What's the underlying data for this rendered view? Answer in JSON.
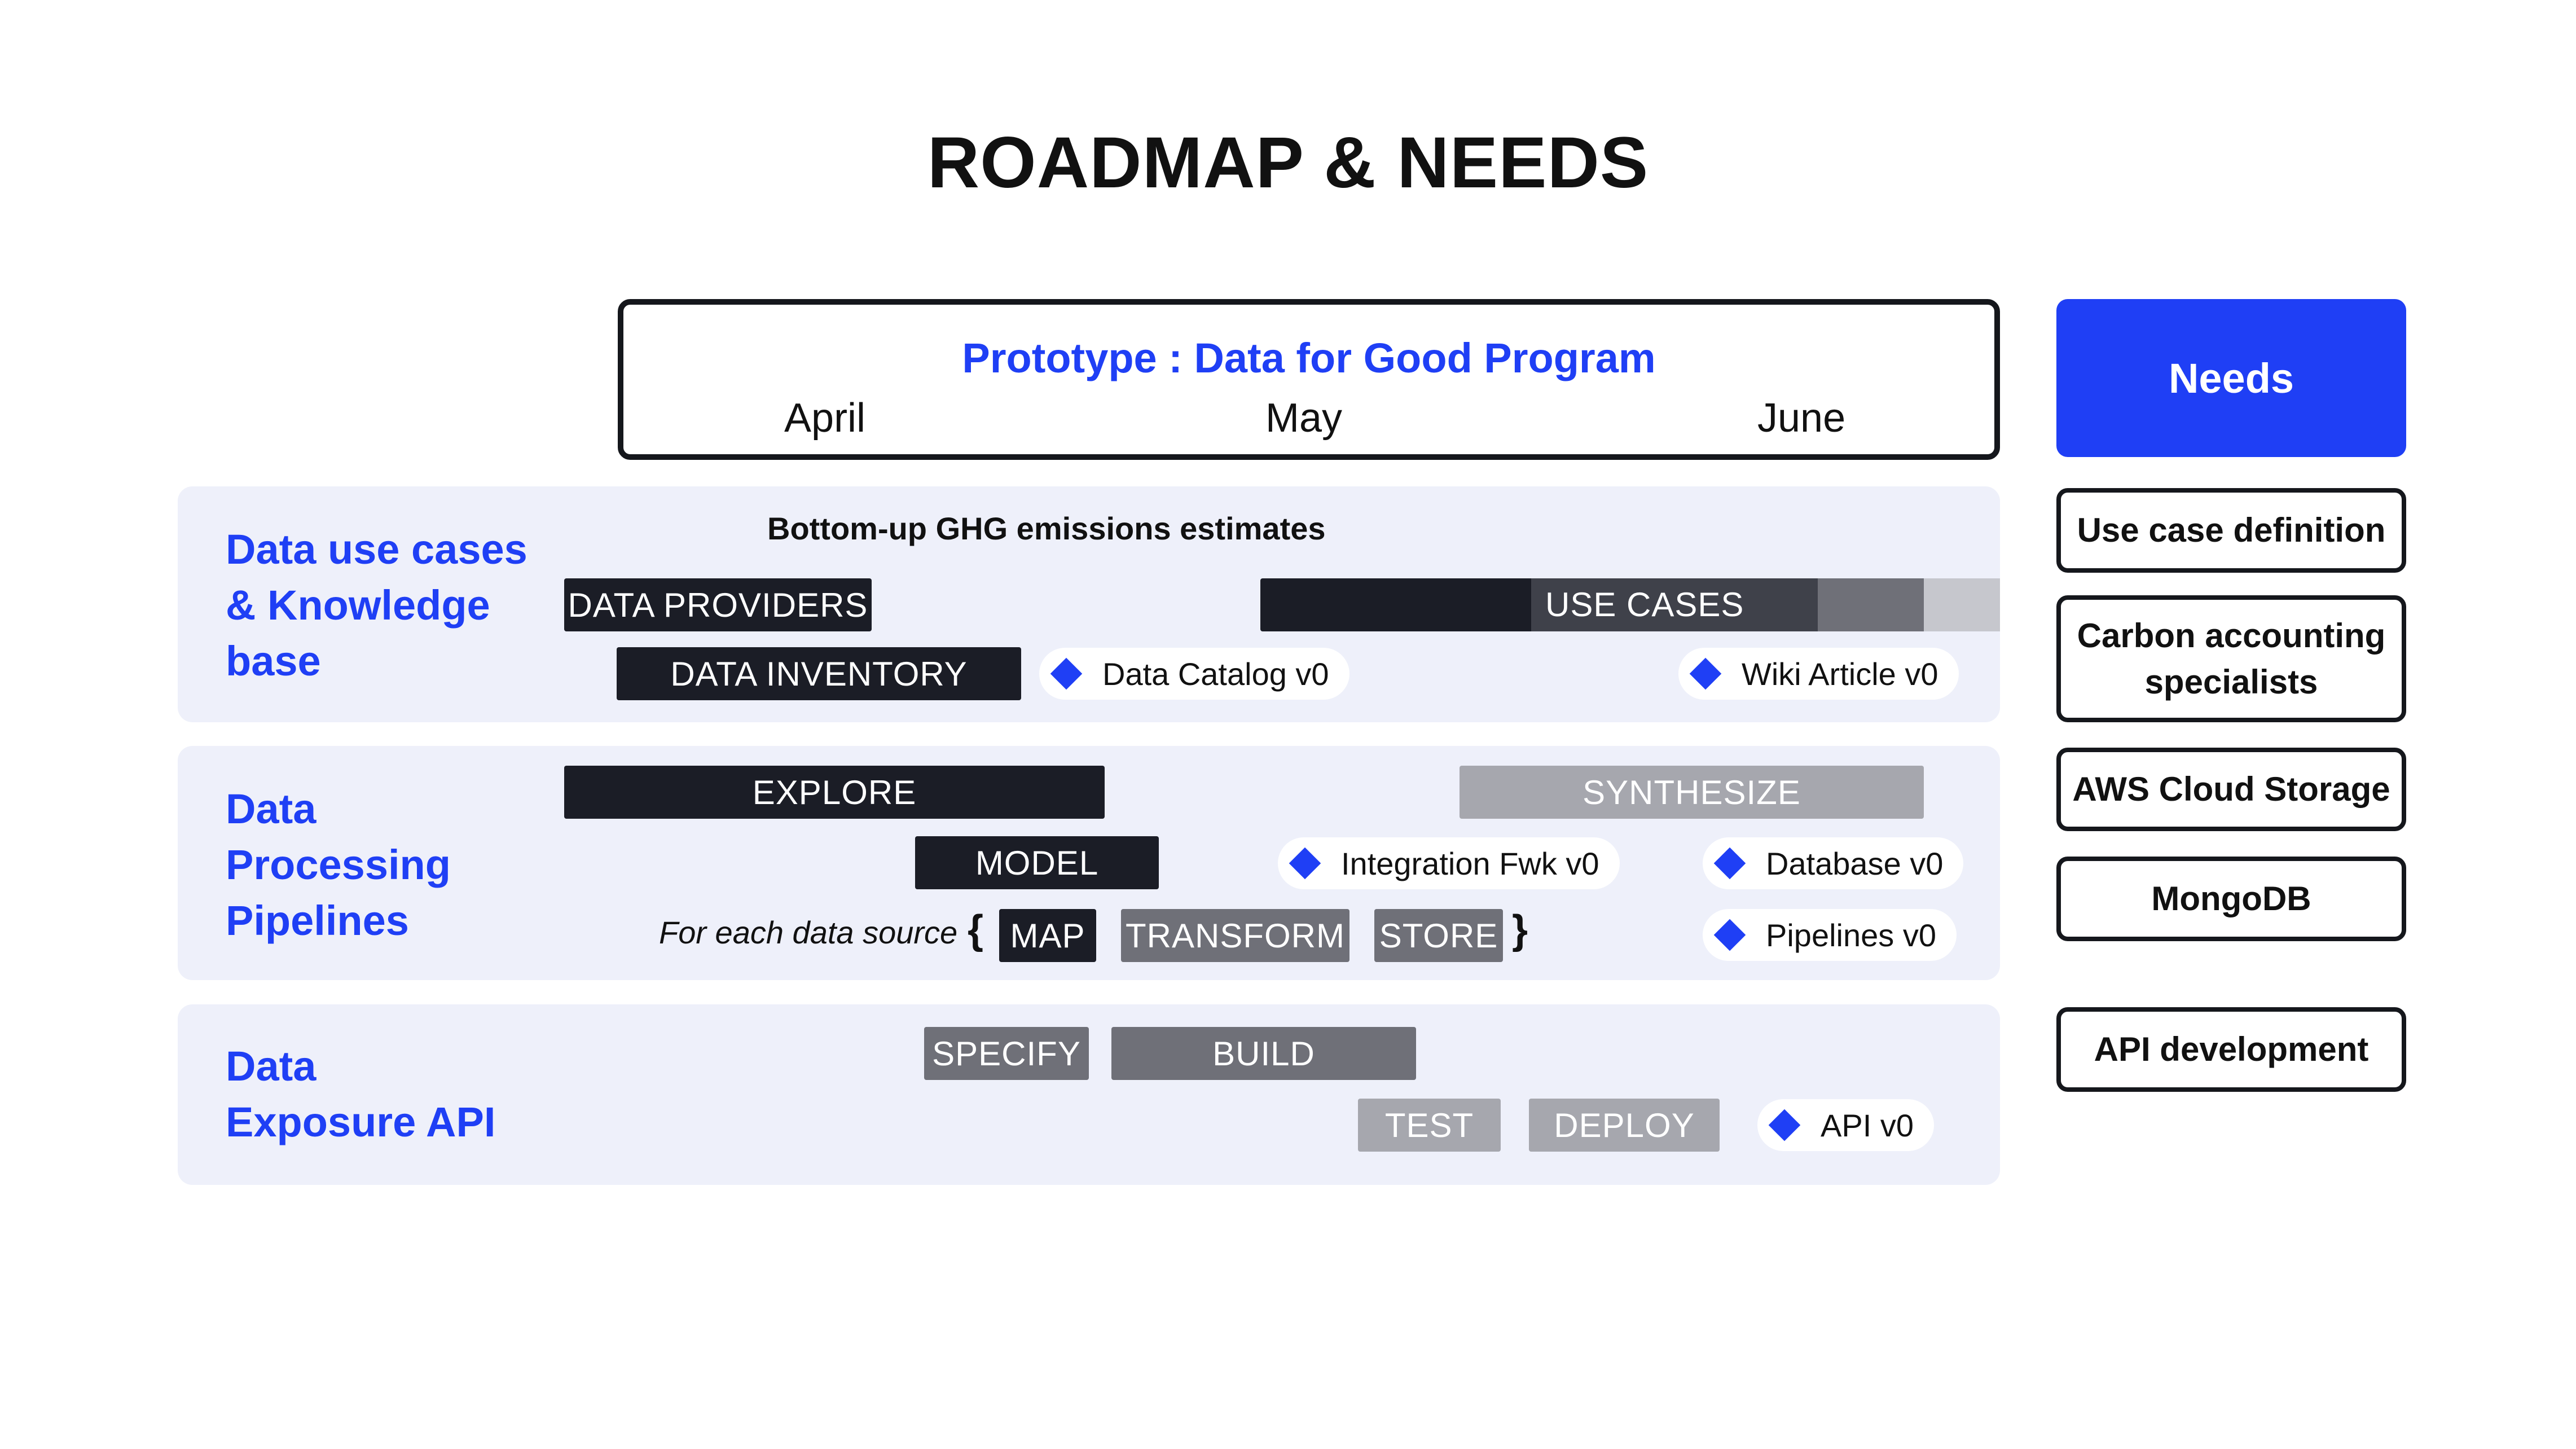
{
  "title": "ROADMAP & NEEDS",
  "prototype": {
    "title": "Prototype : Data for Good Program",
    "months": [
      "April",
      "May",
      "June"
    ]
  },
  "needs": {
    "header": "Needs",
    "items": [
      "Use case definition",
      "Carbon accounting specialists",
      "AWS Cloud Storage",
      "MongoDB",
      "API development"
    ]
  },
  "rows": [
    {
      "title_lines": [
        "Data use cases",
        "& Knowledge",
        "base"
      ],
      "note": "Bottom-up GHG emissions estimates",
      "bars": [
        "DATA PROVIDERS",
        "USE CASES",
        "DATA INVENTORY"
      ],
      "milestones": [
        "Data Catalog v0",
        "Wiki Article v0"
      ]
    },
    {
      "title_lines": [
        "Data",
        "Processing",
        "Pipelines"
      ],
      "bars": [
        "EXPLORE",
        "SYNTHESIZE",
        "MODEL",
        "MAP",
        "TRANSFORM",
        "STORE"
      ],
      "caption": "For each data source",
      "brace_open": "{",
      "brace_close": "}",
      "milestones": [
        "Integration Fwk v0",
        "Database v0",
        "Pipelines v0"
      ]
    },
    {
      "title_lines": [
        "Data",
        "Exposure API"
      ],
      "bars": [
        "SPECIFY",
        "BUILD",
        "TEST",
        "DEPLOY"
      ],
      "milestones": [
        "API v0"
      ]
    }
  ],
  "colors": {
    "accent": "#1f3ff5",
    "panel": "#eef0fa",
    "bar_dark": "#1b1d26",
    "bar_mid": "#6f7078",
    "bar_light": "#a6a7ae",
    "bar_pale": "#c6c7cd"
  }
}
